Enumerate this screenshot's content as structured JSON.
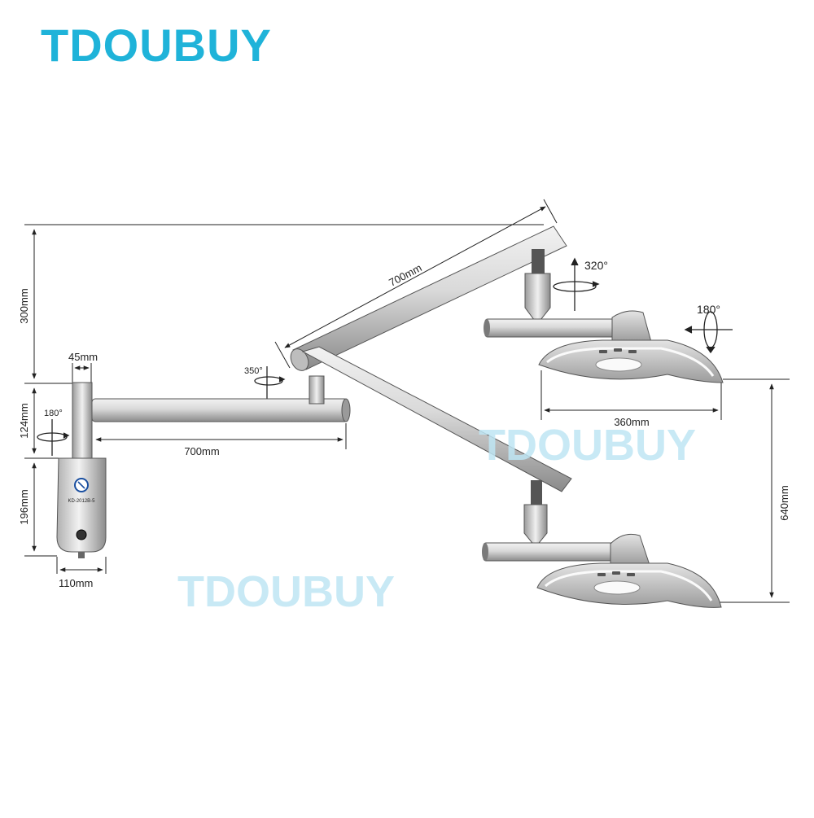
{
  "brand": {
    "logo_text": "TDOUBUY",
    "logo_color": "#1fb3d9"
  },
  "watermarks": [
    "TDOUBUY",
    "TDOUBUY"
  ],
  "device": {
    "model_label": "KD-2012B-5"
  },
  "dimensions": {
    "arm_height": "300mm",
    "pole_width": "45mm",
    "joint_height": "124mm",
    "base_height": "196mm",
    "base_width": "110mm",
    "lower_arm_length": "700mm",
    "upper_arm_length": "700mm",
    "lamp_head_width": "360mm",
    "drop_height": "640mm"
  },
  "rotations": {
    "base_joint": "180°",
    "elbow_joint": "350°",
    "head_swivel": "320°",
    "head_tilt": "180°"
  },
  "colors": {
    "metal_dark": "#7a7a7a",
    "metal_light": "#e6e6e6",
    "watermark": "#bfe6f4"
  }
}
